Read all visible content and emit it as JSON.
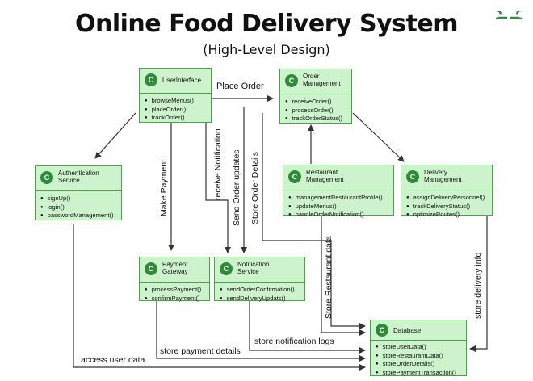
{
  "header": {
    "title": "Online Food Delivery System",
    "subtitle": "(High-Level Design)",
    "logo_icon": "geeksforgeeks-logo-icon"
  },
  "classes": {
    "userinterface": {
      "badge": "C",
      "name": "UserInterface",
      "methods": [
        "browseMenus()",
        "placeOrder()",
        "trackOrder()"
      ]
    },
    "ordermanagement": {
      "badge": "C",
      "name": "Order\nManagement",
      "methods": [
        "receiveOrder()",
        "processOrder()",
        "trackOrderStatus()"
      ]
    },
    "authentication": {
      "badge": "C",
      "name": "Authentication\nService",
      "methods": [
        "signUp()",
        "login()",
        "passwordManagement()"
      ]
    },
    "restaurant": {
      "badge": "C",
      "name": "Restaurant\nManagement",
      "methods": [
        "managementRestaurantProfile()",
        "updateMenus()",
        "handleOrderNotification()"
      ]
    },
    "delivery": {
      "badge": "C",
      "name": "Delivery\nManagement",
      "methods": [
        "assignDeliveryPersonnel()",
        "trackDeliveryStatus()",
        "optimizeRoutes()"
      ]
    },
    "payment": {
      "badge": "C",
      "name": "Payment\nGateway",
      "methods": [
        "processPayment()",
        "confirmPayment()"
      ]
    },
    "notification": {
      "badge": "C",
      "name": "Notification\nService",
      "methods": [
        "sendOrderConfirmation()",
        "sendDeliveryUpdats()"
      ]
    },
    "database": {
      "badge": "C",
      "name": "Database",
      "methods": [
        "storeUserData()",
        "storeRestaurantData()",
        "storeOrderDetails()",
        "storePaymentTransaction()"
      ]
    }
  },
  "edges": {
    "place_order": "Place Order",
    "make_payment": "Make Payment",
    "receive_notification": "receive Notification",
    "send_order_updates": "Send Order updates",
    "store_order_details": "Store Order Details",
    "store_restaurant_data": "Store Restaurant data",
    "store_delivery_info": "store delivery info",
    "store_notification_logs": "store notification logs",
    "store_payment_details": "store payment details",
    "access_user_data": "access user data"
  },
  "colors": {
    "box_fill": "#cdf3cd",
    "box_border": "#4aa54a",
    "badge": "#2e8b3a",
    "line": "#333333"
  }
}
